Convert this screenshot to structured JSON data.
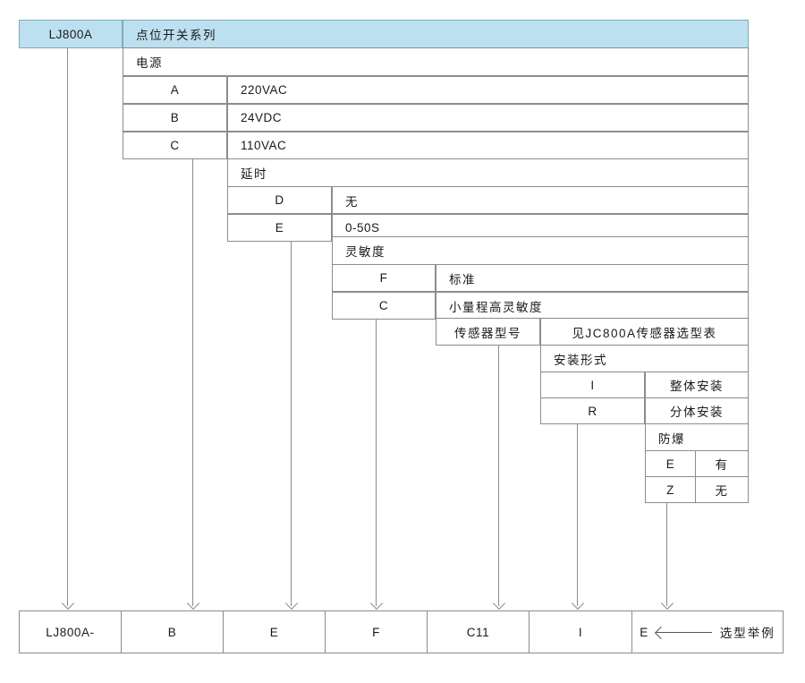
{
  "diagram": {
    "title_code": "LJ800A",
    "title_name": "点位开关系列",
    "tiers": [
      {
        "name": "电源",
        "options": [
          {
            "code": "A",
            "desc": "220VAC"
          },
          {
            "code": "B",
            "desc": "24VDC"
          },
          {
            "code": "C",
            "desc": "110VAC"
          }
        ]
      },
      {
        "name": "延时",
        "options": [
          {
            "code": "D",
            "desc": "无"
          },
          {
            "code": "E",
            "desc": "0-50S"
          }
        ]
      },
      {
        "name": "灵敏度",
        "options": [
          {
            "code": "F",
            "desc": "标准"
          },
          {
            "code": "C",
            "desc": "小量程高灵敏度"
          }
        ]
      },
      {
        "name": "传感器型号",
        "options": [
          {
            "code": "",
            "desc": "见JC800A传感器选型表"
          }
        ]
      },
      {
        "name": "安装形式",
        "options": [
          {
            "code": "I",
            "desc": "整体安装"
          },
          {
            "code": "R",
            "desc": "分体安装"
          }
        ]
      },
      {
        "name": "防爆",
        "options": [
          {
            "code": "E",
            "desc": "有"
          },
          {
            "code": "Z",
            "desc": "无"
          }
        ]
      }
    ],
    "example": {
      "cells": [
        "LJ800A-",
        "B",
        "E",
        "F",
        "C11",
        "I",
        "E"
      ],
      "label": "选型举例"
    }
  }
}
